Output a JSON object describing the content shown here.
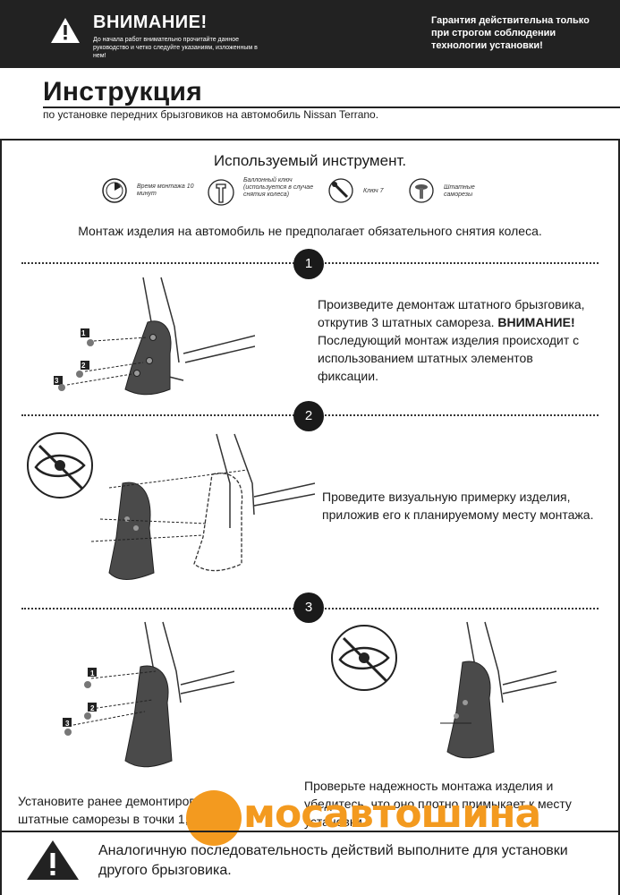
{
  "header": {
    "warning_title": "ВНИМАНИЕ!",
    "warning_sub": "До начала работ внимательно прочитайте данное руководство и четко следуйте указаниям, изложенным в нем!",
    "guarantee": "Гарантия действительна только при строгом соблюдении технологии установки!"
  },
  "doc": {
    "title": "Инструкция",
    "subtitle": "по установке передних брызговиков на автомобиль Nissan Terrano."
  },
  "tools": {
    "heading": "Используемый инструмент.",
    "items": [
      {
        "icon": "clock-icon",
        "label": "Время монтажа 10 минут"
      },
      {
        "icon": "wrench-icon",
        "label": "Баллонный ключ (используется в случае снятия колеса)"
      },
      {
        "icon": "key-icon",
        "label": "Ключ 7"
      },
      {
        "icon": "screw-icon",
        "label": "Штатные саморезы"
      }
    ]
  },
  "no_wheel_note": "Монтаж изделия на автомобиль не предполагает обязательного снятия колеса.",
  "steps": [
    {
      "number": "1",
      "text_plain": "Произведите демонтаж штатного брызговика, открутив 3 штатных самореза.",
      "text_bold": "ВНИМАНИЕ!",
      "text_after": "Последующий монтаж изделия происходит с использованием штатных элементов фиксации."
    },
    {
      "number": "2",
      "text": "Проведите визуальную примерку изделия, приложив его к планируемому месту монтажа."
    },
    {
      "number": "3",
      "text_left": "Установите ранее демонтированные штатные саморезы в точки 1, 2, 3.",
      "text_right": "Проверьте надежность монтажа изделия и убедитесь, что оно плотно примыкает к месту установки."
    }
  ],
  "callouts": [
    "1",
    "2",
    "3"
  ],
  "bottom_note": "Аналогичную последовательность действий выполните для установки другого брызговика.",
  "watermark": "мосавтошина",
  "colors": {
    "bar": "#222222",
    "accent": "#f39a1f"
  }
}
